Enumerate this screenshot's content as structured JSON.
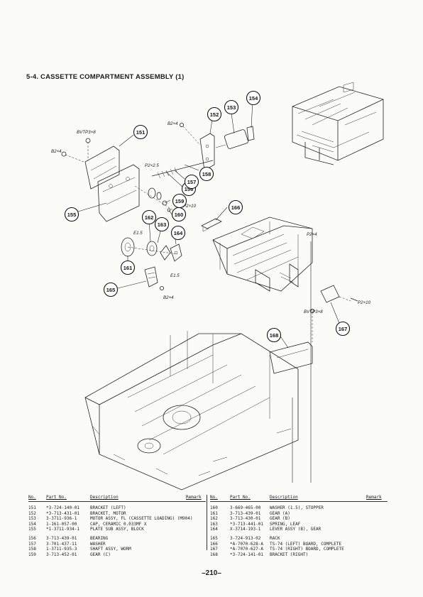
{
  "section_title": "5-4. CASSETTE COMPARTMENT ASSEMBLY (1)",
  "diagram": {
    "callouts": [
      "151",
      "152",
      "153",
      "154",
      "155",
      "156",
      "157",
      "158",
      "159",
      "160",
      "161",
      "162",
      "163",
      "164",
      "165",
      "166",
      "167",
      "168"
    ],
    "labels": {
      "bvtp3x8_top": "BVTP3×8",
      "b2x4_left": "B2×4",
      "b2x4_top": "B2×4",
      "p2x2_5": "P2×2.5",
      "p2x10_mid": "P2×10",
      "e1_5_a": "E1.5",
      "e1_5_b": "E1.5",
      "b2x4_bottom": "B2×4",
      "p2x4": "P2×4",
      "p2x10_right": "P2×10",
      "bvtp3x8_right": "BVTP3×8"
    }
  },
  "table": {
    "headers": {
      "no": "No.",
      "part_no": "Part No.",
      "description": "Description",
      "remark": "Remark"
    },
    "left_rows": [
      {
        "no": "151",
        "part": "*3-724-140-01",
        "desc": "BRACKET (LEFT)",
        "remark": ""
      },
      {
        "no": "152",
        "part": "*3-713-431-01",
        "desc": "BRACKET, MOTOR",
        "remark": ""
      },
      {
        "no": "153",
        "part": "3-3711-936-1",
        "desc": "MOTOR ASSY, FL (CASSETTE LOADING) (M904)",
        "remark": ""
      },
      {
        "no": "154",
        "part": "1-161-057-00",
        "desc": "CAP, CERAMIC 0.033MF X",
        "remark": ""
      },
      {
        "no": "155",
        "part": "*1-3711-934-1",
        "desc": "PLATE SUB ASSY, BLOCK",
        "remark": ""
      },
      {
        "no": "156",
        "part": "3-713-439-01",
        "desc": "BEARING",
        "remark": ""
      },
      {
        "no": "157",
        "part": "3-701-437-11",
        "desc": "WASHER",
        "remark": ""
      },
      {
        "no": "158",
        "part": "1-3711-935-3",
        "desc": "SHAFT ASSY, WORM",
        "remark": ""
      },
      {
        "no": "159",
        "part": "3-713-452-01",
        "desc": "GEAR (C)",
        "remark": ""
      }
    ],
    "right_rows": [
      {
        "no": "160",
        "part": "3-669-465-00",
        "desc": "WASHER (1.5), STOPPER",
        "remark": ""
      },
      {
        "no": "161",
        "part": "3-713-439-01",
        "desc": "GEAR (A)",
        "remark": ""
      },
      {
        "no": "162",
        "part": "3-713-430-01",
        "desc": "GEAR (B)",
        "remark": ""
      },
      {
        "no": "163",
        "part": "*3-713-441-01",
        "desc": "SPRING, LEAF",
        "remark": ""
      },
      {
        "no": "164",
        "part": "X-3714-193-1",
        "desc": "LEVER ASSY (B), GEAR",
        "remark": ""
      },
      {
        "no": "165",
        "part": "3-724-913-02",
        "desc": "RACK",
        "remark": ""
      },
      {
        "no": "166",
        "part": "*A-7070-628-A",
        "desc": "TS-74 (LEFT) BOARD, COMPLETE",
        "remark": ""
      },
      {
        "no": "167",
        "part": "*A-7070-627-A",
        "desc": "TS-74 (RIGHT) BOARD, COMPLETE",
        "remark": ""
      },
      {
        "no": "168",
        "part": "*3-724-141-01",
        "desc": "BRACKET (RIGHT)",
        "remark": ""
      }
    ]
  },
  "page_number": "–210–"
}
